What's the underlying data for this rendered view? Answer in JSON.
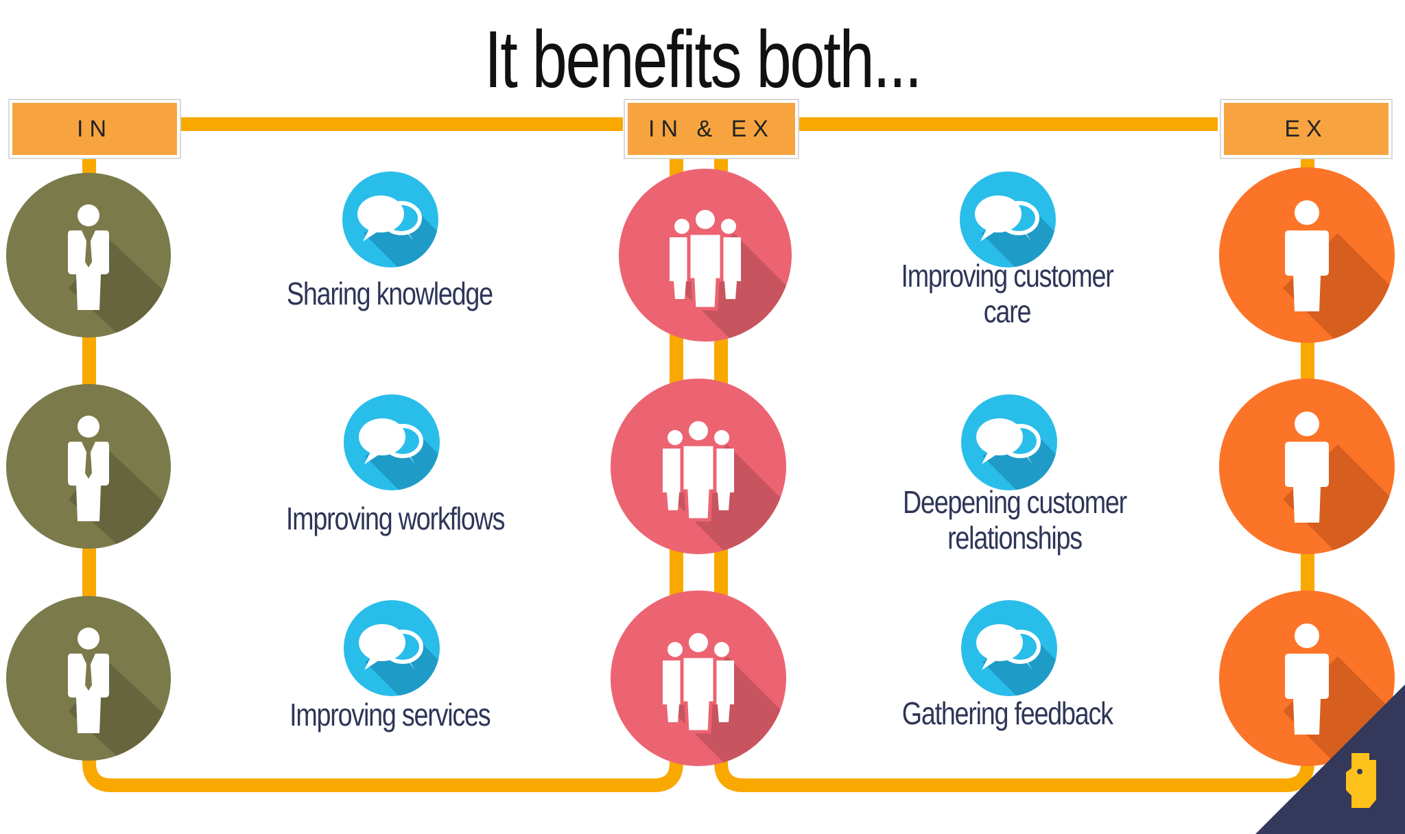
{
  "title": "It benefits both...",
  "columns": [
    {
      "label": "IN",
      "color": "#7b7a4a",
      "icon": "person-in-suit-icon"
    },
    {
      "label": "IN & EX",
      "color": "#ec6471",
      "icon": "group-of-people-icon"
    },
    {
      "label": "EX",
      "color": "#fb7428",
      "icon": "person-icon"
    }
  ],
  "benefits_internal": [
    "Sharing knowledge",
    "Improving workflows",
    "Improving services"
  ],
  "benefits_external": [
    "Improving customer care",
    "Deepening customer relationships",
    "Gathering feedback"
  ],
  "benefit_icon": "speech-bubbles-icon",
  "colors": {
    "connector": "#f9a800",
    "tag": "#f7a440",
    "bubble": "#29bdea",
    "caption": "#2e3557",
    "corner": "#34385a",
    "corner_logo": "#ffc11c"
  }
}
